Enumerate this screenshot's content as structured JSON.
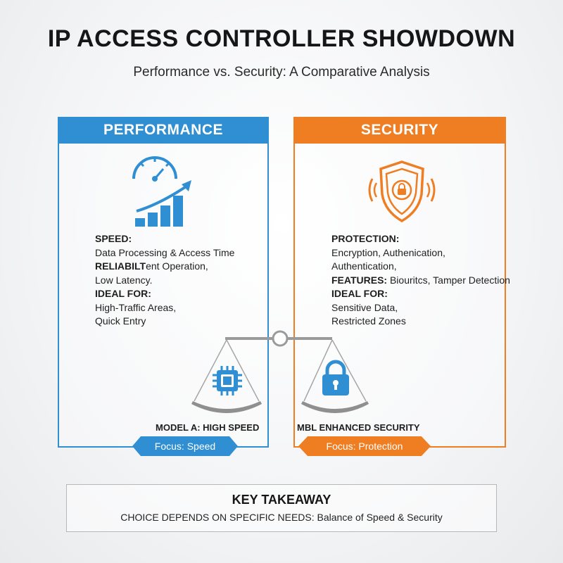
{
  "header": {
    "title": "IP ACCESS CONTROLLER SHOWDOWN",
    "subtitle": "Performance vs. Security: A Comparative Analysis"
  },
  "left_panel": {
    "heading": "PERFORMANCE",
    "color": "#2f8fd2",
    "icon": "speedometer-growth-chart-icon",
    "lines": [
      {
        "text": "SPEED:",
        "bold": true
      },
      {
        "text": "Data Processing & Access Time",
        "bold": false
      },
      {
        "text": "RELIABILT",
        "bold": true,
        "suffix": "ent Operation,"
      },
      {
        "text": "Low Latency.",
        "bold": false
      },
      {
        "text": "IDEAL FOR:",
        "bold": true
      },
      {
        "text": "High-Traffic Areas,",
        "bold": false
      },
      {
        "text": "Quick Entry",
        "bold": false
      }
    ],
    "model_label": "MODEL A: HIGH SPEED",
    "focus": "Focus: Speed",
    "scale_icon": "cpu-chip-icon"
  },
  "right_panel": {
    "heading": "SECURITY",
    "color": "#ef7d22",
    "icon": "shield-lock-icon",
    "lines": [
      {
        "text": "PROTECTION:",
        "bold": true
      },
      {
        "text": "Encryption, Authenication,",
        "bold": false
      },
      {
        "text": "Authentication,",
        "bold": false
      },
      {
        "text": "FEATURES:",
        "bold": true,
        "suffix": " Biouritcs, Tamper Detection"
      },
      {
        "text": "IDEAL FOR:",
        "bold": true
      },
      {
        "text": "Sensitive Data,",
        "bold": false
      },
      {
        "text": "Restricted Zones",
        "bold": false
      }
    ],
    "model_label": "MBL ENHANCED SECURITY",
    "focus": "Focus: Protection",
    "scale_icon": "padlock-icon"
  },
  "takeaway": {
    "title": "KEY TAKEAWAY",
    "text": "CHOICE DEPENDS ON SPECIFIC NEEDS: Balance of Speed & Security"
  }
}
